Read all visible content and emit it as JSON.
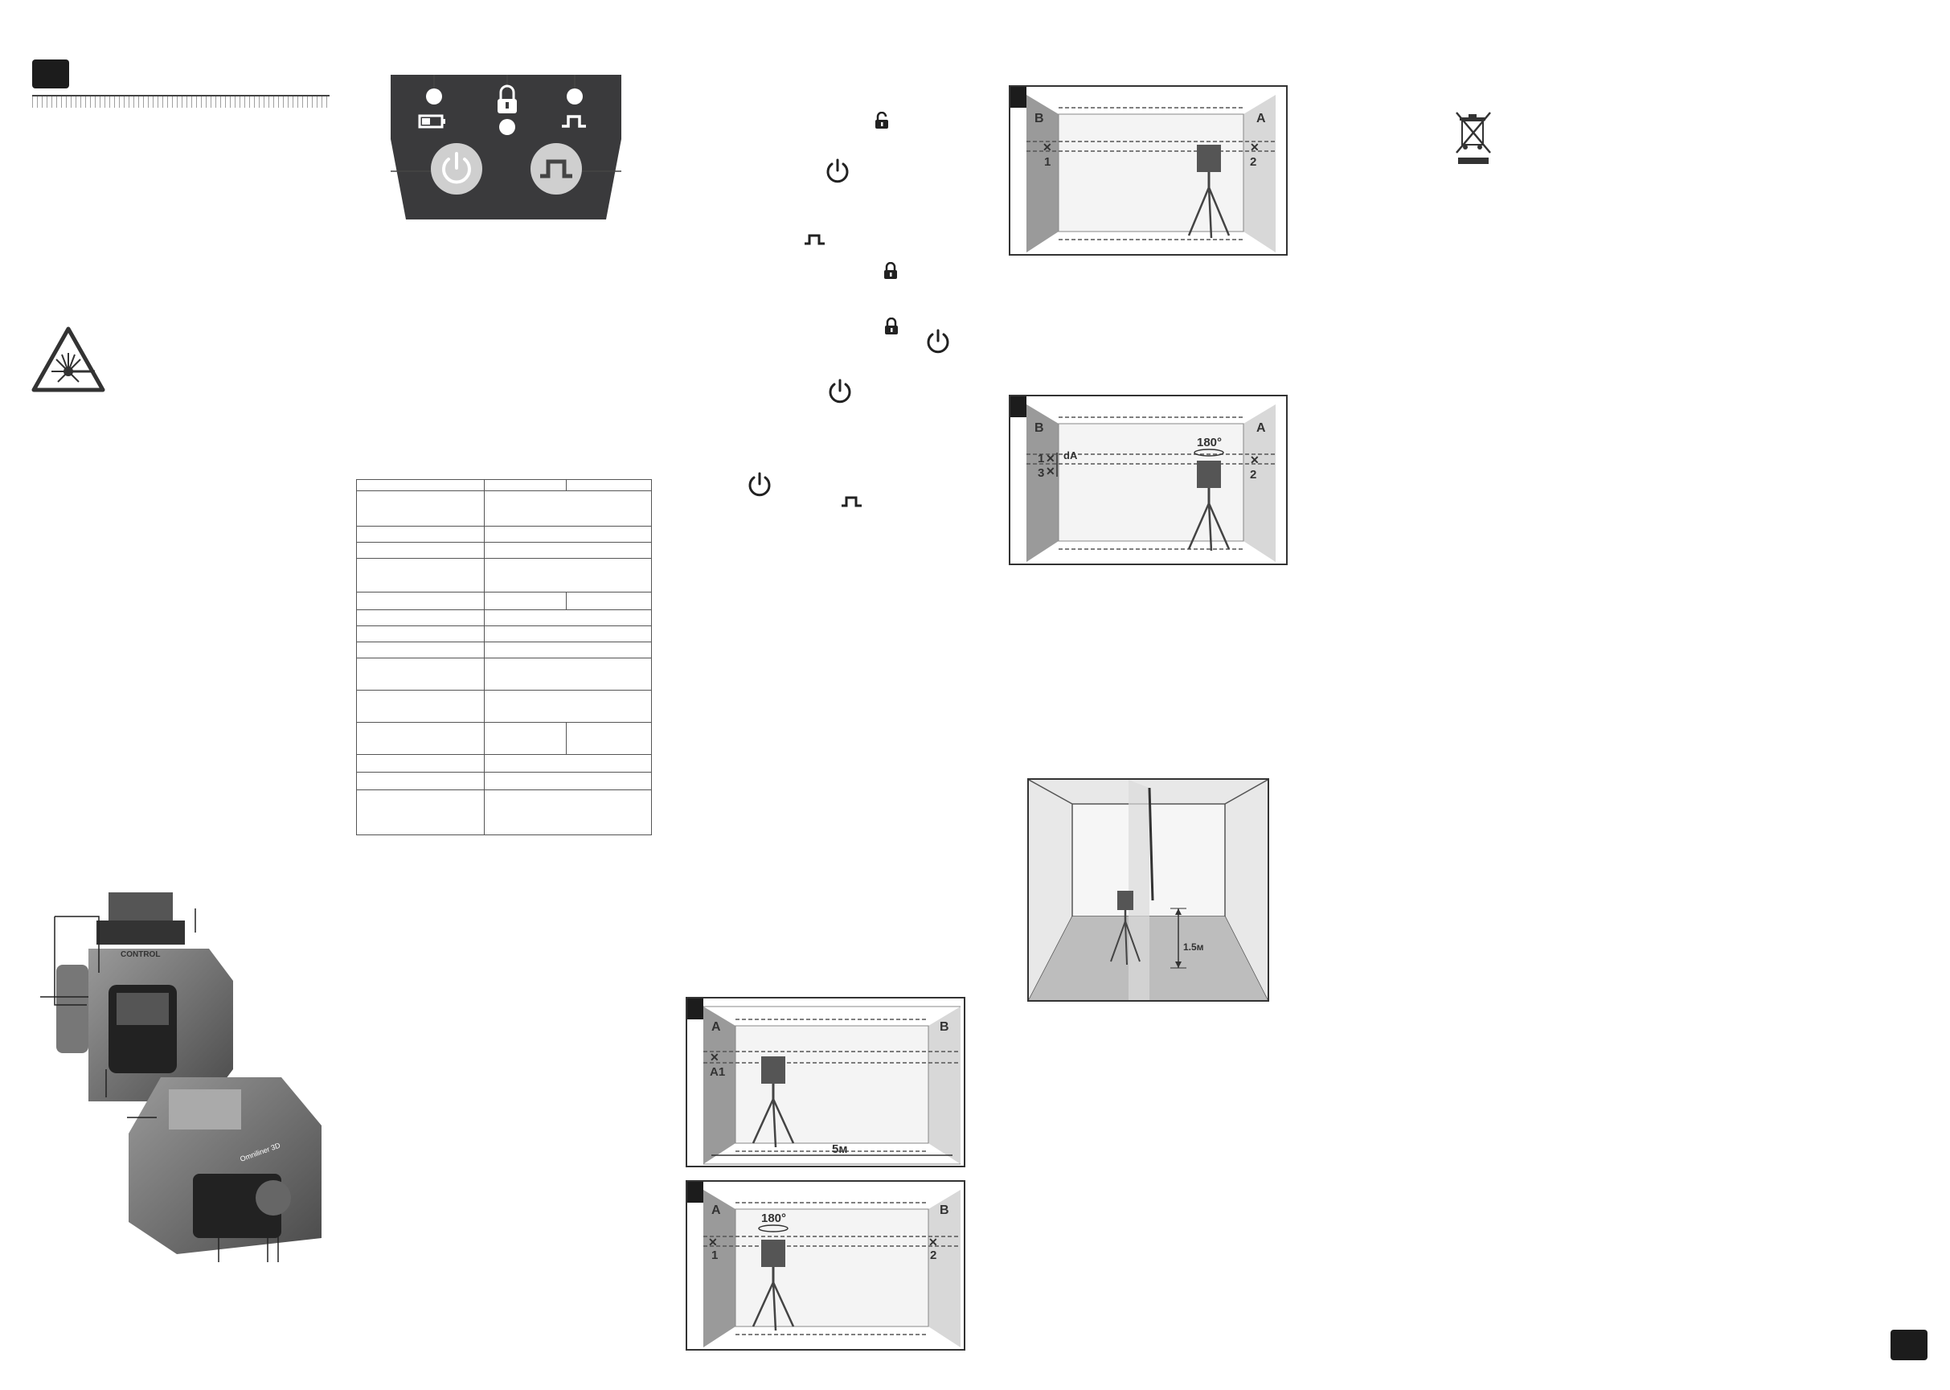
{
  "figures": {
    "fig1": {
      "label_left": "A",
      "label_right": "B",
      "mark": "A1",
      "distance": "5м"
    },
    "fig2": {
      "label_left": "A",
      "label_right": "B",
      "rotation": "180°",
      "mark_1": "1",
      "mark_2": "2"
    },
    "fig3": {
      "label_left": "B",
      "label_right": "A",
      "mark_1": "1",
      "mark_2": "2"
    },
    "fig4": {
      "label_left": "B",
      "label_right": "A",
      "rotation": "180°",
      "mark_1": "1",
      "mark_3": "3",
      "mark_2": "2",
      "delta": "dA"
    },
    "fig5": {
      "height": "1.5м"
    }
  },
  "device": {
    "brand": "CONTROL",
    "model": "Omniliner 3D"
  },
  "icons": [
    "battery-icon",
    "unlock-icon",
    "lock-icon",
    "power-icon",
    "pulse-icon",
    "laser-warning-icon",
    "weee-bin-icon"
  ]
}
